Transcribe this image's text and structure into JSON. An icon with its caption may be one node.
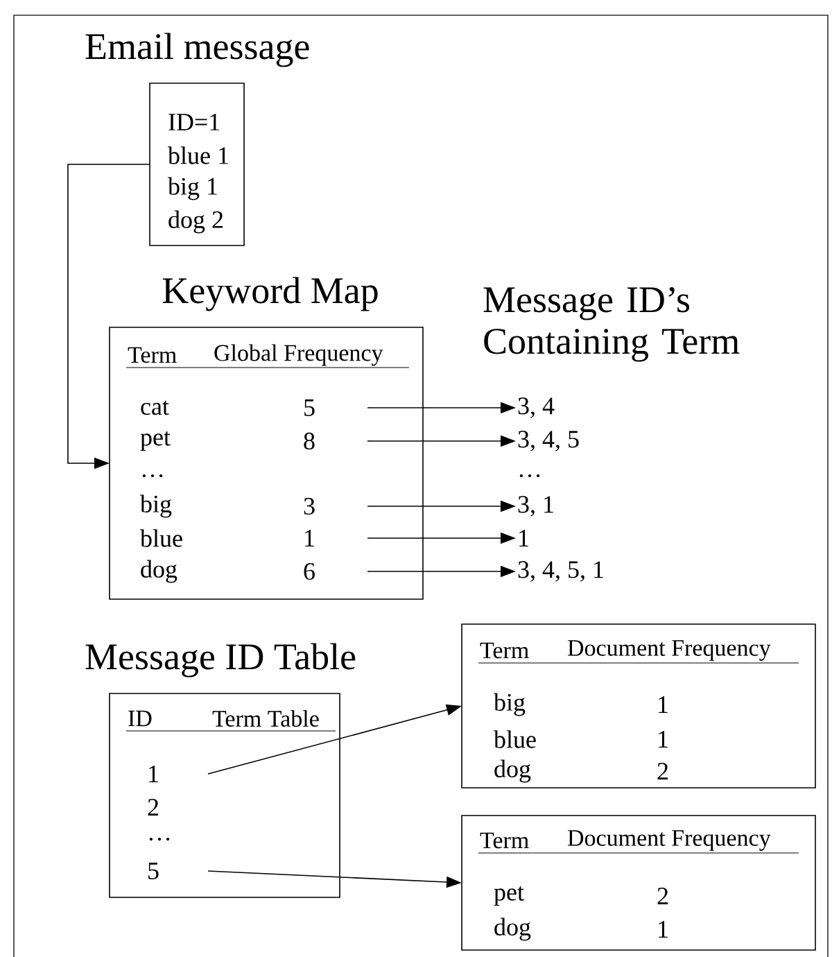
{
  "diagram": {
    "nodes": [
      {
        "text": [
          "Email message",
          "ID=1",
          "blue 1",
          "big 1",
          "dog 2"
        ]
      },
      {
        "text": [
          "Keyword Map",
          "Term",
          "Global Frequency"
        ]
      },
      {
        "text": [
          "cat",
          "5"
        ],
        "in": 1
      },
      {
        "text": [
          "pet",
          "8"
        ],
        "in": 1
      },
      {
        "text": [
          "…"
        ],
        "in": 1
      },
      {
        "text": [
          "big",
          "3"
        ],
        "in": 1
      },
      {
        "text": [
          "blue",
          "1"
        ],
        "in": 1
      },
      {
        "text": [
          "dog",
          "6"
        ],
        "in": 1
      },
      {
        "text": [
          "3, 4"
        ]
      },
      {
        "text": [
          "3, 4, 5"
        ]
      },
      {
        "text": [
          "3, 1"
        ]
      },
      {
        "text": [
          "1"
        ]
      },
      {
        "text": [
          "3, 4, 5, 1"
        ]
      },
      {
        "text": [
          "Message ID Table",
          "ID",
          "Term Table"
        ]
      },
      {
        "text": [
          "1"
        ],
        "in": 13
      },
      {
        "text": [
          "2"
        ],
        "in": 13
      },
      {
        "text": [
          "…"
        ],
        "in": 13
      },
      {
        "text": [
          "5"
        ],
        "in": 13
      },
      {
        "text": [
          "Term",
          "Document Frequency",
          "big",
          "1",
          "blue",
          "1",
          "dog",
          "2"
        ]
      },
      {
        "text": [
          "Term",
          "Document Frequency",
          "pet",
          "2",
          "dog",
          "1"
        ]
      }
    ],
    "edges": [
      {
        "from": 0,
        "to": 1,
        "arrow": "to"
      },
      {
        "from": 2,
        "to": 8,
        "arrow": "to"
      },
      {
        "from": 3,
        "to": 9,
        "arrow": "to"
      },
      {
        "from": 5,
        "to": 10,
        "arrow": "to"
      },
      {
        "from": 6,
        "to": 11,
        "arrow": "to"
      },
      {
        "from": 7,
        "to": 12,
        "arrow": "to"
      },
      {
        "from": 14,
        "to": 18,
        "arrow": "to"
      },
      {
        "from": 17,
        "to": 19,
        "arrow": "to"
      }
    ],
    "labels": [
      "Message ID’s Containing Term",
      "…"
    ]
  }
}
